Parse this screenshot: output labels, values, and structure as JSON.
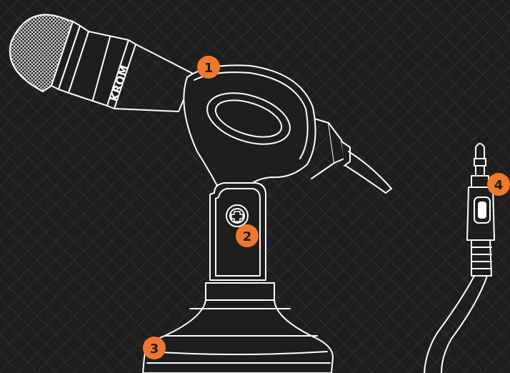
{
  "brand": "KROM",
  "callouts": [
    {
      "label": "1"
    },
    {
      "label": "2"
    },
    {
      "label": "3"
    },
    {
      "label": "4"
    }
  ],
  "colors": {
    "background": "#1e1e1e",
    "pattern_line": "#2c2c2c",
    "outline": "#ffffff",
    "callout": "#f0782a"
  }
}
